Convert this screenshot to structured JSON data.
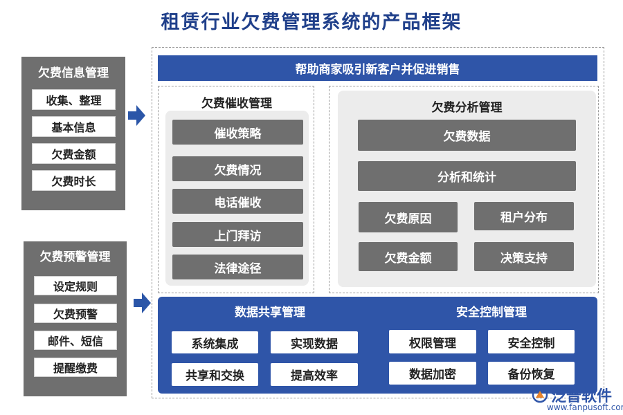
{
  "title": "租赁行业欠费管理系统的产品框架",
  "left_panels": [
    {
      "title": "欠费信息管理",
      "items": [
        "收集、整理",
        "基本信息",
        "欠费金额",
        "欠费时长"
      ]
    },
    {
      "title": "欠费预警管理",
      "items": [
        "设定规则",
        "欠费预警",
        "邮件、短信",
        "提醒缴费"
      ]
    }
  ],
  "banner": "帮助商家吸引新客户并促进销售",
  "collection": {
    "title": "欠费催收管理",
    "items": [
      "催收策略",
      "欠费情况",
      "电话催收",
      "上门拜访",
      "法律途径"
    ]
  },
  "analysis": {
    "title": "欠费分析管理",
    "wide_items": [
      "欠费数据",
      "分析和统计"
    ],
    "grid_items": [
      "欠费原因",
      "租户分布",
      "欠费金额",
      "决策支持"
    ]
  },
  "sharing": {
    "title": "数据共享管理",
    "items": [
      "系统集成",
      "实现数据",
      "共享和交换",
      "提高效率"
    ]
  },
  "security": {
    "title": "安全控制管理",
    "items": [
      "权限管理",
      "安全控制",
      "数据加密",
      "备份恢复"
    ]
  },
  "logo": {
    "name": "泛普软件",
    "url": "www.fanpusoft.com"
  },
  "colors": {
    "title": "#1f3f8a",
    "blue": "#2f55a8",
    "gray": "#6f6f6f"
  }
}
